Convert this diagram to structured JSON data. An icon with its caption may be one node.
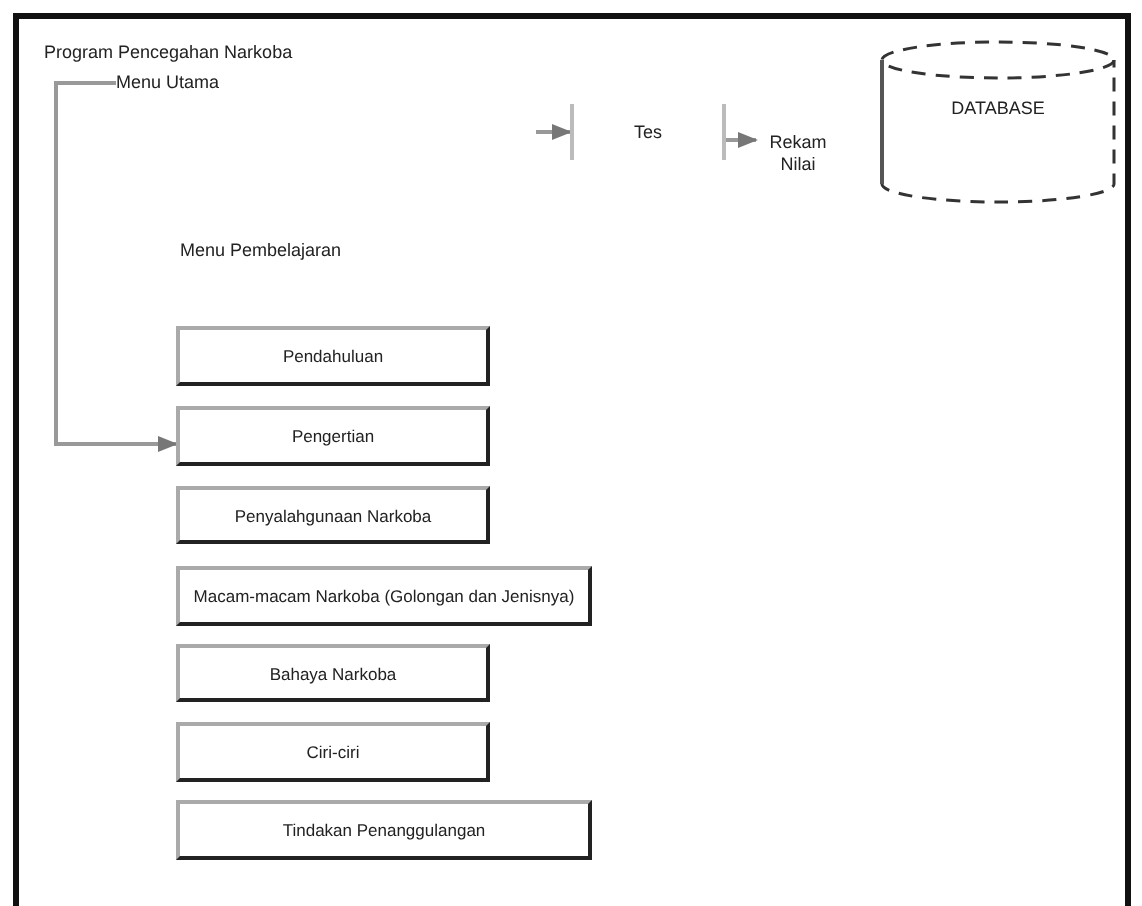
{
  "diagram": {
    "title": "Program Pencegahan Narkoba",
    "nodes": [
      {
        "text": [
          "Menu Utama"
        ]
      },
      {
        "text": [
          "Tes"
        ]
      },
      {
        "text": [
          "Rekam Nilai"
        ]
      },
      {
        "text": [
          "DATABASE"
        ]
      },
      {
        "text": [
          "Pendahuluan"
        ]
      },
      {
        "text": [
          "Pengertian"
        ]
      },
      {
        "text": [
          "Penyalahgunaan Narkoba"
        ]
      },
      {
        "text": [
          "Macam-macam Narkoba (Golongan dan Jenisnya)"
        ]
      },
      {
        "text": [
          "Bahaya Narkoba"
        ]
      },
      {
        "text": [
          "Ciri-ciri"
        ]
      },
      {
        "text": [
          "Tindakan Penanggulangan"
        ]
      }
    ],
    "edges": [
      {
        "from": null,
        "to": 1,
        "arrow": "to"
      },
      {
        "from": 1,
        "to": 2,
        "arrow": "to"
      },
      {
        "from": 0,
        "to": 5,
        "arrow": "to"
      }
    ],
    "labels": [
      "Menu Pembelajaran"
    ]
  }
}
